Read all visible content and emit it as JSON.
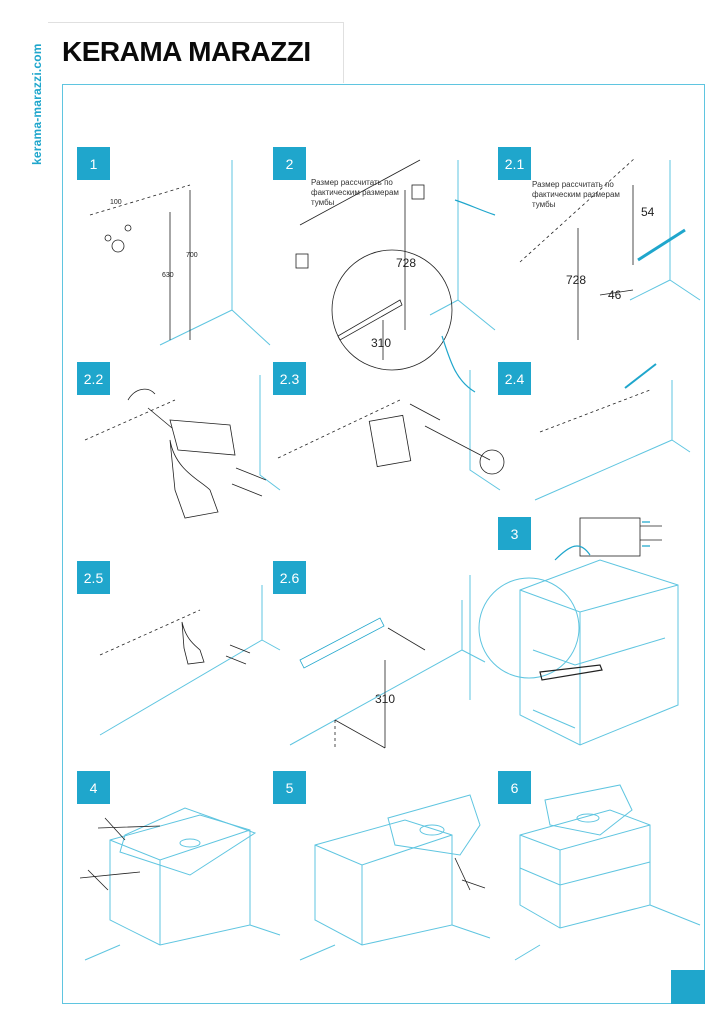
{
  "brand": "KERAMA MARAZZI",
  "website": "kerama-marazzi.com",
  "steps": [
    "1",
    "2",
    "2.1",
    "2.2",
    "2.3",
    "2.4",
    "2.5",
    "2.6",
    "3",
    "4",
    "5",
    "6"
  ],
  "notes": {
    "step2": "Размер рассчитать по фактическим размерам тумбы",
    "step2_1": "Размер рассчитать по фактическим размерам тумбы"
  },
  "dimensions": {
    "d100": "100",
    "d700": "700",
    "d630": "630",
    "d728a": "728",
    "d310a": "310",
    "d728b": "728",
    "d54": "54",
    "d46": "46",
    "d310b": "310"
  },
  "colors": {
    "accent": "#1fa6cc",
    "line": "#5fc5e0",
    "ink": "#222222"
  }
}
